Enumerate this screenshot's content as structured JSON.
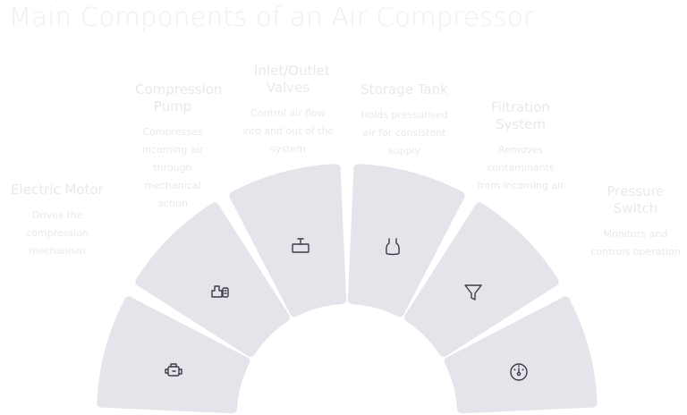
{
  "title": "Main Components of an Air Compressor",
  "components": [
    {
      "name": "Electric Motor",
      "description": "Drives the compression mechanism",
      "icon": "engine-icon"
    },
    {
      "name": "Compression Pump",
      "description": "Compresses incoming air through mechanical action",
      "icon": "pump-icon"
    },
    {
      "name": "Inlet/Outlet Valves",
      "description": "Control air flow into and out of the system",
      "icon": "valve-icon"
    },
    {
      "name": "Storage Tank",
      "description": "Holds pressurised air for consistent supply",
      "icon": "tank-icon"
    },
    {
      "name": "Filtration System",
      "description": "Removes contaminants from incoming air",
      "icon": "filter-icon"
    },
    {
      "name": "Pressure Switch",
      "description": "Monitors and controls operation",
      "icon": "gauge-icon"
    }
  ],
  "colors": {
    "segment": "#e4e5ea",
    "icon": "#3b3b46",
    "text": "#e9e9ec"
  }
}
